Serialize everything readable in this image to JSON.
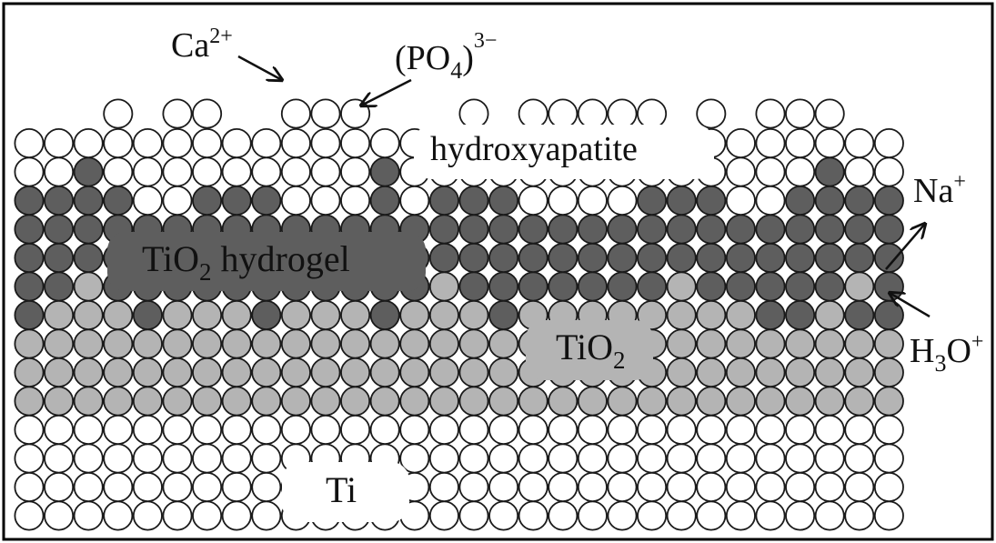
{
  "colors": {
    "dark_atom": "#5e5e5e",
    "medium_atom": "#b4b4b4",
    "light_atom": "#ffffff",
    "atom_stroke": "#1a1a1a",
    "frame": "#000000",
    "text": "#111111"
  },
  "labels": {
    "calcium": {
      "base": "Ca",
      "sup": "2+"
    },
    "phosphate": {
      "open": "(PO",
      "sub": "4",
      "close": ")",
      "sup": "3−"
    },
    "sodium": {
      "base": "Na",
      "sup": "+"
    },
    "hydronium": {
      "h": "H",
      "sub": "3",
      "o": "O",
      "sup": "+"
    },
    "hydroxyapatite": "hydroxyapatite",
    "tio2_hydrogel": {
      "ti": "TiO",
      "sub": "2",
      "rest": " hydrogel"
    },
    "tio2": {
      "ti": "TiO",
      "sub": "2"
    },
    "ti": "Ti"
  },
  "layers": [
    {
      "name": "hydroxyapatite",
      "atom": "light"
    },
    {
      "name": "TiO2 hydrogel",
      "atom": "dark"
    },
    {
      "name": "TiO2",
      "atom": "medium"
    },
    {
      "name": "Ti",
      "atom": "light"
    }
  ],
  "flows": [
    {
      "ion": "Ca2+",
      "direction": "toward surface"
    },
    {
      "ion": "(PO4)3−",
      "direction": "toward surface"
    },
    {
      "ion": "Na+",
      "direction": "out of layer"
    },
    {
      "ion": "H3O+",
      "direction": "into layer"
    }
  ]
}
